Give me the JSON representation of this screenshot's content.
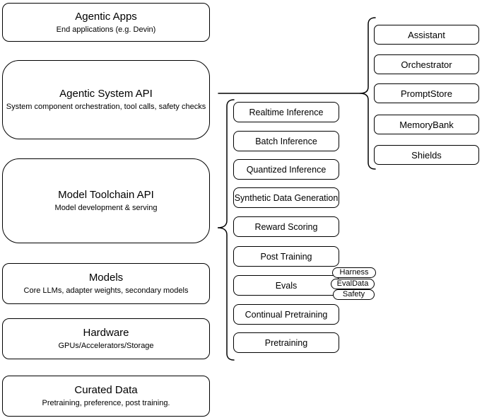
{
  "diagram": {
    "background": "#ffffff",
    "stroke_color": "#000000",
    "text_color": "#000000",
    "left_stack": [
      {
        "title": "Agentic Apps",
        "subtitle": "End applications (e.g. Devin)"
      },
      {
        "title": "Agentic System API",
        "subtitle": "System component orchestration, tool calls, safety checks"
      },
      {
        "title": "Model Toolchain API",
        "subtitle": "Model development & serving"
      },
      {
        "title": "Models",
        "subtitle": "Core LLMs, adapter weights, secondary models"
      },
      {
        "title": "Hardware",
        "subtitle": "GPUs/Accelerators/Storage"
      },
      {
        "title": "Curated Data",
        "subtitle": "Pretraining, preference, post training."
      }
    ],
    "toolchain_components": [
      "Realtime Inference",
      "Batch Inference",
      "Quantized Inference",
      "Synthetic Data Generation",
      "Reward Scoring",
      "Post Training",
      "Evals",
      "Continual Pretraining",
      "Pretraining"
    ],
    "eval_tags": [
      "Harness",
      "EvalData",
      "Safety"
    ],
    "system_components": [
      "Assistant",
      "Orchestrator",
      "PromptStore",
      "MemoryBank",
      "Shields"
    ]
  }
}
